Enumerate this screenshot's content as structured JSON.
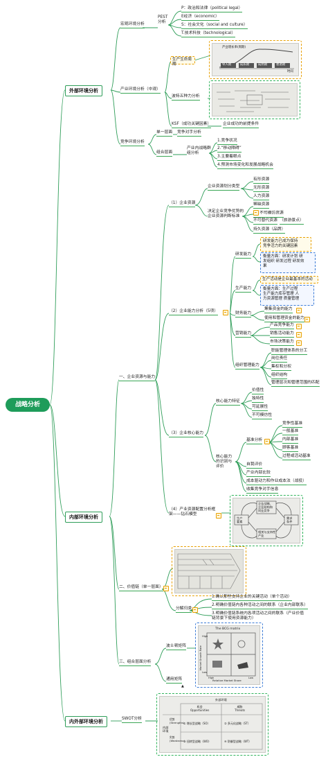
{
  "root": "战略分析",
  "ext": {
    "title": "外部环境分析",
    "macro": "宏观环境分析",
    "pest": "PEST\n分析",
    "pest_items": [
      "P：政治和法律（political legal）",
      "E经济（economic）",
      "S：社会文化（social and culture）",
      "T.技术科技（technological）"
    ],
    "industry": "产业环境分析（中观）",
    "lifecycle": "生产生命周期",
    "porter": "波特五种力分析",
    "ksf": "KSF（成功关键因素）",
    "ksf_desc": "企业成功的前提条件",
    "competition": "竞争环境分析",
    "single": "单一层面",
    "single_desc": "竞争对手分析",
    "combo": "组合层面",
    "combo_desc": "产业内战略群\n组分析",
    "combo_items": [
      "1.竞争状况",
      "2.“移动障碍”",
      "3.主要着眼点",
      "4.预测市场变化和发展战略机会"
    ],
    "lifecycle_photo": {
      "title": "产业增长率(周期)",
      "stages": [
        "导入期",
        "成长期",
        "成熟期",
        "衰退期"
      ],
      "axis": "时间"
    }
  },
  "int": {
    "title": "内部环境分析",
    "one": "一、企业资源与能力",
    "res": "（1）企业资源",
    "res_type": "企业资源划分类型",
    "res_types": [
      "有形资源",
      "无形资源",
      "人力资源"
    ],
    "res_judge": "决定企业竞争优势的\n企业资源判断标准",
    "res_judge_items": [
      "稀缺资源",
      "不可模仿资源",
      "不可替代资源",
      "持久资源（品牌）"
    ],
    "inimitable_sub": "（旅游景点）",
    "cap": "（2）企业能力分析（5项）",
    "rd": "研发能力",
    "rd_hl": "研发能力已成为保持\n竞争活力的关键因素",
    "rd_blue": "衡量方面：研发计划 研\n发组织 研发过程 研发效\n果",
    "prod": "生产能力",
    "prod_hl": "生产活动是企业最基本的活动",
    "prod_blue": "衡量方面：生产过程\n生产能力库存管理 人\n力资源管理 质量管理",
    "fin": "财务能力",
    "fin_items": [
      "筹集资金的能力",
      "使用和管理资金的能力"
    ],
    "mkt": "营销能力",
    "mkt_items": [
      "产品竞争能力",
      "销售活动能力",
      "市场决策能力"
    ],
    "org": "组织管理能力",
    "org_items": [
      "职能管理体系的分工",
      "岗位责任",
      "集权和分权",
      "组织结构",
      "管理层次和管理范围的匹配"
    ],
    "core": "（3）企业核心能力",
    "core_feat": "核心能力特征",
    "core_feat_items": [
      "价值性",
      "独特性",
      "可延展性",
      "不可模仿性"
    ],
    "core_eval": "核心能力\n的识别与\n评价",
    "bench": "基准分析",
    "bench_items": [
      "竞争性基准",
      "一般基准",
      "内部基准",
      "顾客基准",
      "过程或活动基准"
    ],
    "eval_items": [
      "自我评价",
      "产业内部比较",
      "成本驱动力和作业成本法（战役）",
      "收集竞争对手信息"
    ],
    "diamond": "（4）产业资源配置分析框\n架——钻石模型",
    "diamond_photo": {
      "center": [
        "企业战略、",
        "企业结构和",
        "同业竞争"
      ],
      "left": "生产\n要素",
      "right": "需求\n条件",
      "bottom": "相关与支持性\n产业"
    },
    "two": "二、价值链（单一层面）",
    "steps": "分解归类",
    "steps_items": [
      "1.确认那些支持企业的关键活动（单个活动）",
      "2.明确价值链内各种活动之间的联系（企业内部联系）",
      "3.明确价值链系统内各项活动之间的联系（产业价值\n链背景下使用资源能力）"
    ],
    "three": "三、组合层面分析",
    "bcg": "波士顿矩阵",
    "ge": "通用矩阵",
    "bcg_photo": {
      "title": "The BCG matrix",
      "ylab": "Market Growth Rate",
      "xlab": "Relative Market Share",
      "xhigh": "High",
      "xlow": "Low",
      "yhigh": "High",
      "ylow": "Low"
    }
  },
  "both": {
    "title": "内外部环境分析",
    "swot": "SWOT分析",
    "swot_photo": {
      "top": "外部环境",
      "opp": "机会\nOpportunities",
      "thr": "威胁\nThreats",
      "inner": "内部\n环境",
      "s": "优势\n(Strengths)",
      "w": "劣势\n(Weakness)",
      "so": "① 增长型战略（SO）",
      "st": "② 多元化战略（ST）",
      "wo": "③ 扭转型战略（WO）",
      "wt": "④ 防御型战略（WT）"
    }
  },
  "colors": {
    "branch": "#2e9d58",
    "root": "#1e9c5a",
    "highlight": "#e8a000",
    "blue": "#3b7bd6"
  }
}
